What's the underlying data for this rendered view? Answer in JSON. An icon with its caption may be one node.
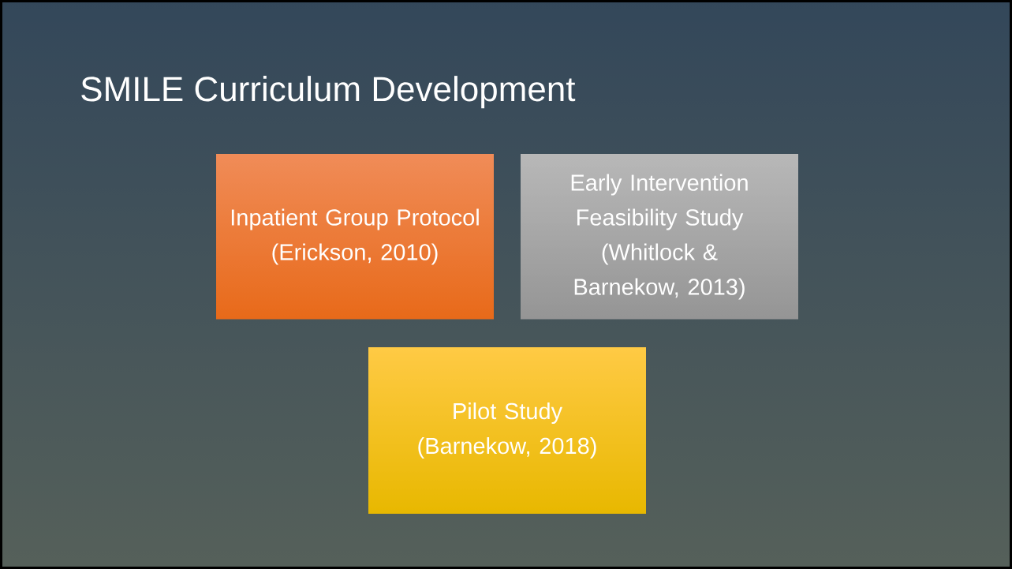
{
  "diagram": {
    "title": "SMILE Curriculum Development",
    "nodes": [
      {
        "text": [
          "Inpatient Group Protocol (Erickson, 2010)"
        ]
      },
      {
        "text": [
          "Early Intervention Feasibility Study (Whitlock & Barnekow, 2013)"
        ]
      },
      {
        "text": [
          "Pilot Study (Barnekow, 2018)"
        ]
      }
    ]
  }
}
